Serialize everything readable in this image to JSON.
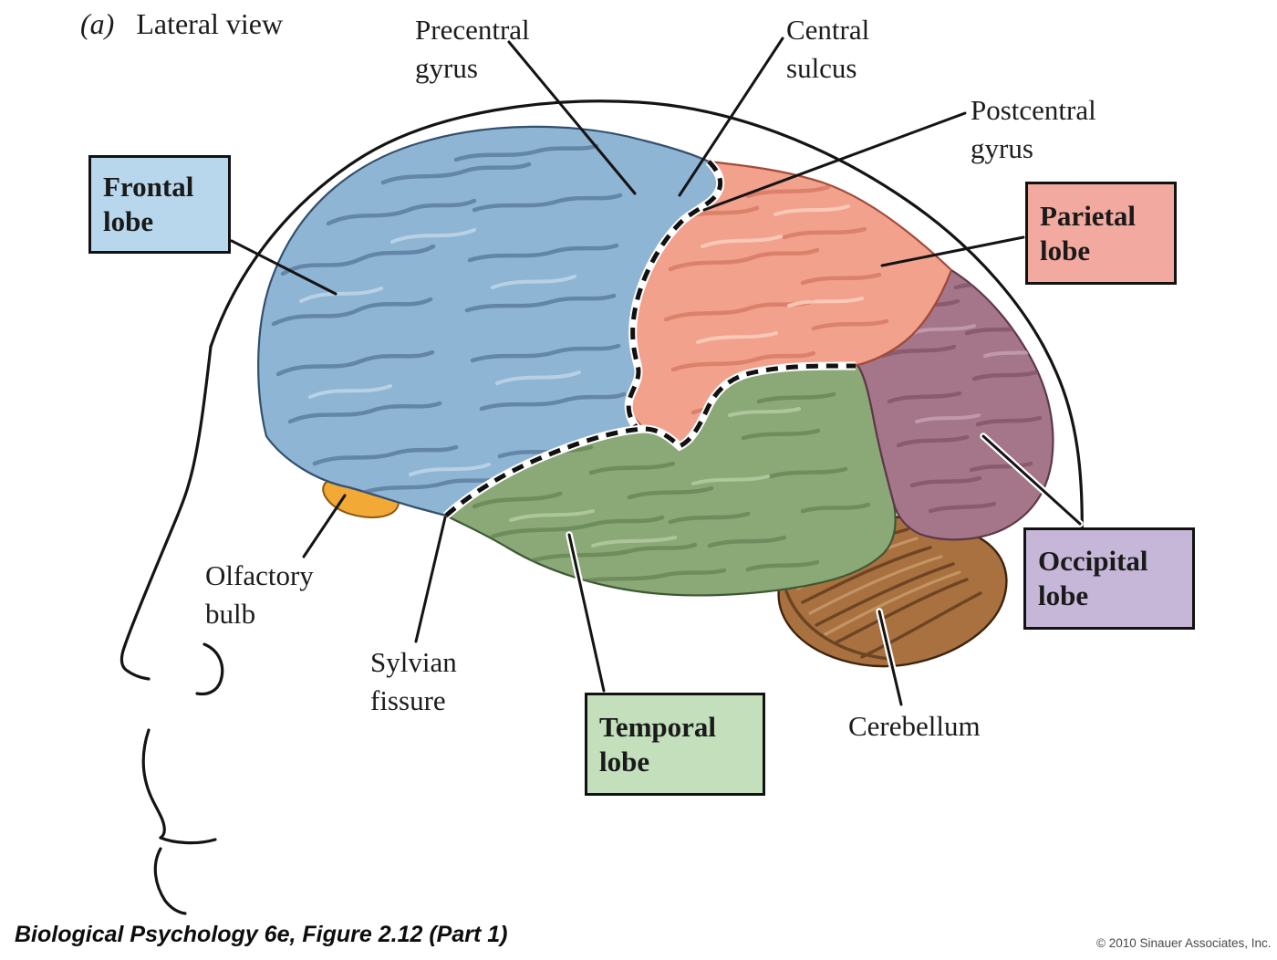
{
  "figure": {
    "panel_letter": "(a)",
    "title": "Lateral view"
  },
  "annotations": {
    "precentral_gyrus": {
      "line1": "Precentral",
      "line2": "gyrus"
    },
    "central_sulcus": {
      "line1": "Central",
      "line2": "sulcus"
    },
    "postcentral_gyrus": {
      "line1": "Postcentral",
      "line2": "gyrus"
    },
    "olfactory_bulb": {
      "line1": "Olfactory",
      "line2": "bulb"
    },
    "sylvian_fissure": {
      "line1": "Sylvian",
      "line2": "fissure"
    },
    "cerebellum": {
      "label": "Cerebellum"
    }
  },
  "lobe_boxes": {
    "frontal": {
      "line1": "Frontal",
      "line2": "lobe",
      "fill": "#b9d7ec"
    },
    "parietal": {
      "line1": "Parietal",
      "line2": "lobe",
      "fill": "#f2a99f"
    },
    "temporal": {
      "line1": "Temporal",
      "line2": "lobe",
      "fill": "#c3dfbc"
    },
    "occipital": {
      "line1": "Occipital",
      "line2": "lobe",
      "fill": "#c6b7d8"
    }
  },
  "region_colors": {
    "frontal": "#8fb5d4",
    "parietal": "#f2a18c",
    "temporal": "#8ba877",
    "occipital": "#a5768a",
    "cerebellum": "#a8713f",
    "olfactory_bulb": "#f2a936"
  },
  "footer": {
    "source_italic": "Biological Psychology 6e,",
    "source_rest": " Figure 2.12 (Part 1)",
    "copyright": "© 2010 Sinauer Associates, Inc."
  }
}
